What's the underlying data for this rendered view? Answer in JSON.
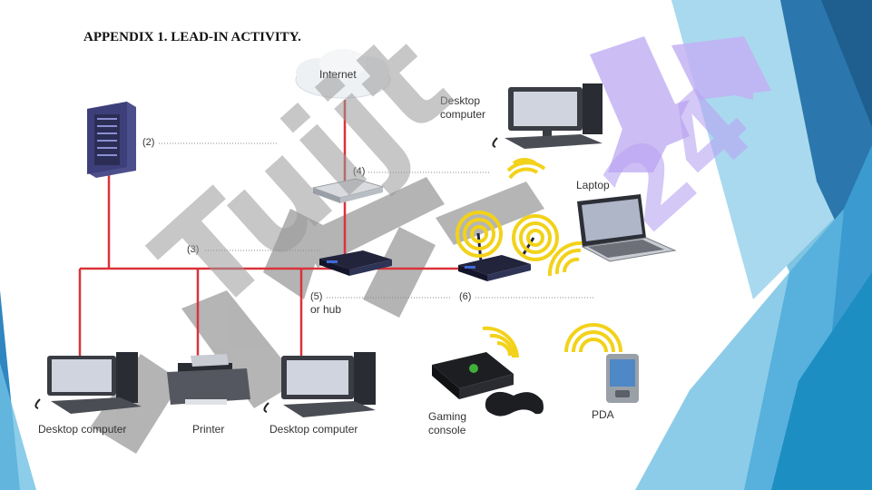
{
  "title": "APPENDIX 1. LEAD-IN ACTIVITY.",
  "labels": {
    "internet": "Internet",
    "desktop_top_1": "Desktop",
    "desktop_top_2": "computer",
    "laptop": "Laptop",
    "desktop_left": "Desktop computer",
    "printer": "Printer",
    "desktop_center": "Desktop computer",
    "gaming_1": "Gaming",
    "gaming_2": "console",
    "pda": "PDA",
    "or_hub": "or hub"
  },
  "blanks": {
    "b2": "(2)",
    "b3": "(3)",
    "b4": "(4)",
    "b5": "(5)",
    "b6": "(6)"
  },
  "watermark": {
    "text_gray": "Tuijt",
    "text_purple": "24"
  },
  "colors": {
    "cable": "#d9333b",
    "wifi": "#f2d21a",
    "watermark_gray": "#9a9a9a",
    "watermark_purple": "#b9a4f2",
    "deco_dark": "#1f5f8f",
    "deco_mid": "#2f86c0",
    "deco_light": "#6fc0e3"
  }
}
